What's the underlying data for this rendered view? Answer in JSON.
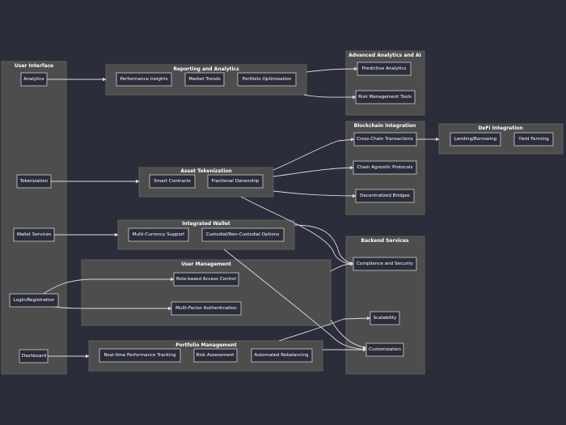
{
  "clusters": {
    "user_interface": "User Interface",
    "reporting": "Reporting and Analytics",
    "advanced": "Advanced Analytics and AI",
    "blockchain": "Blockchain Integration",
    "defi": "DeFi Integration",
    "tokenization": "Asset Tokenization",
    "wallet": "Integrated Wallet",
    "user_mgmt": "User Management",
    "backend": "Backend Services",
    "portfolio": "Portfolio Management"
  },
  "nodes": {
    "analytics": "Analytics",
    "tokenization": "Tokenization",
    "wallet_services": "Wallet Services",
    "login": "Login/Registration",
    "dashboard": "Dashboard",
    "perf_insights": "Performance Insights",
    "market_trends": "Market Trends",
    "portfolio_opt": "Portfolio Optimization",
    "predictive": "Predictive Analytics",
    "risk_tools": "Risk Management Tools",
    "cross_chain": "Cross-Chain Transactions",
    "chain_agnostic": "Chain Agnostic Protocols",
    "bridges": "Decentralized Bridges",
    "lending": "Lending/Borrowing",
    "yield": "Yield Farming",
    "smart_contracts": "Smart Contracts",
    "fractional": "Fractional Ownership",
    "multi_currency": "Multi-Currency Support",
    "custodial": "Custodial/Non-Custodial Options",
    "rbac": "Role-based Access Control",
    "mfa": "Multi-Factor Authentication",
    "compliance": "Compliance and Security",
    "scalability": "Scalability",
    "customization": "Customization",
    "realtime": "Real-time Performance Tracking",
    "risk_assessment": "Risk Assessment",
    "rebalancing": "Automated Rebalancing"
  },
  "colors": {
    "background": "#2b2d3b",
    "cluster_fill": "#4d4d4d",
    "node_border": "#cfcfcf",
    "edge": "#dcdcdc",
    "text": "#ffffff"
  }
}
